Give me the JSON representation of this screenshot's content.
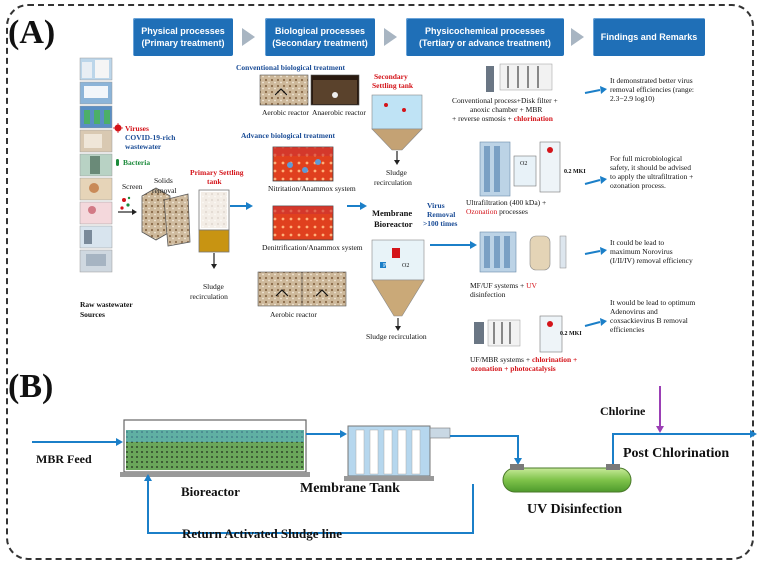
{
  "panelA": {
    "label": "(A)"
  },
  "panelB": {
    "label": "(B)"
  },
  "header": {
    "steps": [
      {
        "line1": "Physical processes",
        "line2": "(Primary treatment)"
      },
      {
        "line1": "Biological processes",
        "line2": "(Secondary treatment)"
      },
      {
        "line1": "Physicochemical processes",
        "line2": "(Tertiary or advance treatment)"
      },
      {
        "line1": "Findings and Remarks",
        "line2": ""
      }
    ]
  },
  "sources": {
    "viruses": "Viruses",
    "covid": "COVID-19-rich",
    "wastewater": "wastewater",
    "bacteria": "Bacteria",
    "title_line1": "Raw wastewater",
    "title_line2": "Sources",
    "screen": "Screen",
    "solids_line1": "Solids",
    "solids_line2": "removal"
  },
  "primary": {
    "tank_line1": "Primary Settling",
    "tank_line2": "tank",
    "sludge_line1": "Sludge",
    "sludge_line2": "recirculation"
  },
  "biological": {
    "conventional_title": "Conventional biological treatment",
    "aerobic1": "Aerobic reactor",
    "anaerobic": "Anaerobic reactor",
    "advance_title": "Advance biological treatment",
    "nitritation": "Nitritation/Anammox system",
    "denitrification": "Denitrification/Anammox system",
    "aerobic2": "Aerobic reactor"
  },
  "secondary": {
    "tank_line1": "Secondary",
    "tank_line2": "Settling tank",
    "sludge_line1": "Sludge",
    "sludge_line2": "recirculation"
  },
  "mbr": {
    "title_line1": "Membrane",
    "title_line2": "Bioreactor",
    "virus_line1": "Virus",
    "virus_line2": "Removal",
    "virus_line3": ">100 times",
    "sludge": "Sludge recirculation",
    "o2": "O2",
    "p": "P"
  },
  "tertiary": {
    "p1_line1": "Conventional process+Disk filter +",
    "p1_line2": "anoxic chamber + MBR",
    "p1_line3a": "+ reverse osmosis + ",
    "p1_line3b": "chlorination",
    "p2_line1": "Ultrafiltration  (400 kDa) +",
    "p2_line2a": "Ozonation",
    "p2_line2b": " processes",
    "p3_line1a": "MF/UF  systems + ",
    "p3_line1b": "UV",
    "p3_line2": "disinfection",
    "p4_line1a": "UF/MBR systems + ",
    "p4_line1b": "chlorination  +",
    "p4_line2": "ozonation  + photocatalysis",
    "mki1": "0.2 MKI",
    "mki2": "0.2 MKI",
    "o2": "O2"
  },
  "findings": {
    "f1_line1": "It demonstrated better virus",
    "f1_line2": "removal  efficiencies  (range:",
    "f1_line3": "2.3−2.9 log10)",
    "f2_line1": "For full  microbiological",
    "f2_line2": "safety, it should be advised",
    "f2_line3": "to apply the ultrafiltration  +",
    "f2_line4": "ozonation process.",
    "f3_line1": "It could be lead to",
    "f3_line2": "maximum Norovirus",
    "f3_line3": "(I/II/IV) removal efficiency",
    "f4_line1": "It would be lead to optimum",
    "f4_line2": "Adenovirus    and",
    "f4_line3": "coxsackievirus  B removal",
    "f4_line4": "efficiencies"
  },
  "flowB": {
    "feed": "MBR Feed",
    "bioreactor": "Bioreactor",
    "membrane": "Membrane Tank",
    "uv": "UV Disinfection",
    "chlorine": "Chlorine",
    "post": "Post Chlorination",
    "return": "Return Activated Sludge line"
  },
  "colors": {
    "header_blue": "#1f6fb7",
    "flow_blue": "#1b7fc8",
    "chlorine_purple": "#9b3fb5",
    "red_text": "#d4141a",
    "uv_green": "#7fc34a"
  }
}
